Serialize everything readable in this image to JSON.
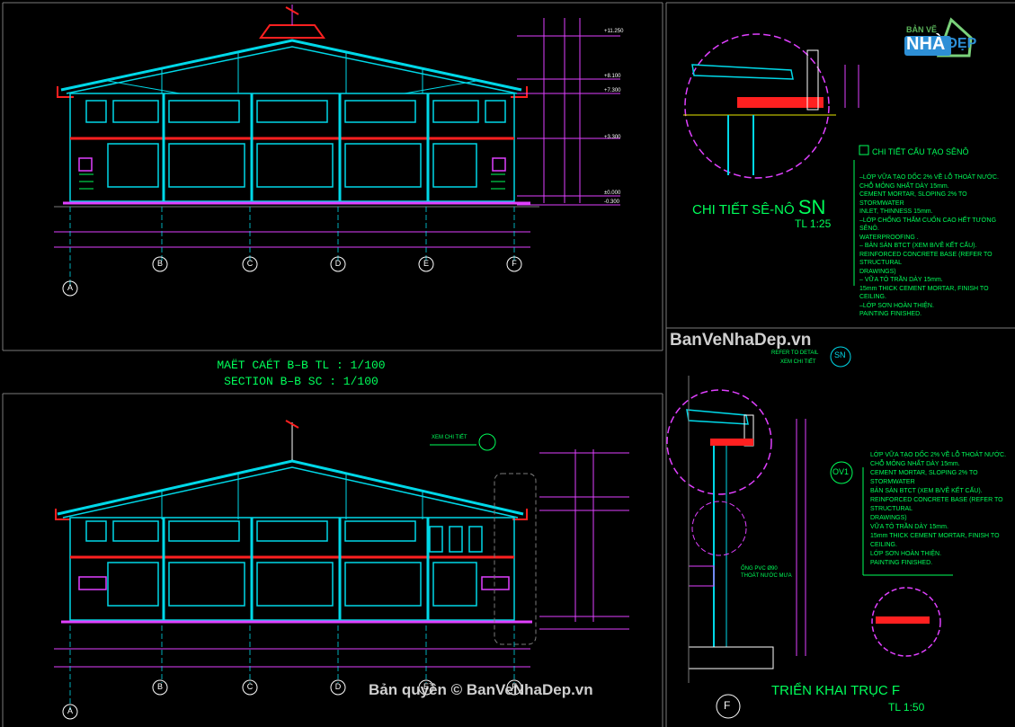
{
  "logo": {
    "text_top": "BẢN VẼ",
    "text_main": "NHÀ",
    "text_tail": "ĐẸP"
  },
  "colors": {
    "bg": "#000000",
    "cyan": "#00d8e8",
    "green": "#00ff5a",
    "magenta": "#e040ff",
    "red": "#ff2020",
    "yellow": "#e8e800",
    "white": "#ffffff",
    "grey": "#7a7a7a"
  },
  "titles": {
    "section_vi": "MAËT CAÉT B–B   TL : 1/100",
    "section_en": "SECTION B–B   SC : 1/100",
    "sn_title": "CHI TIẾT SÊ-NÔ",
    "sn_code": "SN",
    "sn_scale": "TL 1:25",
    "axis_title": "TRIỂN KHAI TRỤC F",
    "axis_scale": "TL 1:50",
    "axis_bubble": "F"
  },
  "watermarks": {
    "mid": "BanVeNhaDep.vn",
    "bottom": "Bản quyền © BanVeNhaDep.vn"
  },
  "detail_notes_top": {
    "header": "CHI TIẾT CẤU TẠO SÊNÔ",
    "lines": [
      "–LỚP VỮA TẠO DỐC 2% VỀ LỖ THOÁT NƯỚC.",
      "CHỖ MỎNG NHẤT DÀY 15mm.",
      "CEMENT MORTAR, SLOPING 2% TO STORMWATER",
      "INLET, THINNESS 15mm.",
      "–LỚP CHỐNG THẤM CUỐN CAO HẾT TƯỜNG SÊNÔ.",
      "WATERPROOFING .",
      "– BẢN SÀN BTCT (XEM B/VẼ KẾT CẤU).",
      "REINFORCED CONCRETE BASE (REFER TO STRUCTURAL",
      "DRAWINGS)",
      "– VỮA TÔ TRẦN DÀY 15mm.",
      "15mm THICK CEMENT MORTAR, FINISH TO CEILING.",
      "–LỚP SƠN HOÀN THIỆN.",
      "PAINTING FINISHED."
    ]
  },
  "detail_notes_bottom": {
    "lines": [
      "LỚP VỮA TẠO DỐC 2% VỀ LỖ THOÁT NƯỚC.",
      "CHỖ MỎNG NHẤT DÀY 15mm.",
      "CEMENT MORTAR, SLOPING 2% TO STORMWATER",
      "BẢN SÀN BTCT (XEM B/VẼ KẾT CẤU).",
      "REINFORCED CONCRETE BASE (REFER TO STRUCTURAL",
      "DRAWINGS)",
      "VỮA TÔ TRẦN DÀY 15mm.",
      "15mm THICK CEMENT MORTAR, FINISH TO CEILING.",
      "LỚP SƠN HOÀN THIỆN.",
      "PAINTING FINISHED."
    ]
  },
  "refer_labels": {
    "refer": "REFER TO DETAIL",
    "xem": "XEM CHI TIẾT",
    "xem2": "XEM CHI TIẾT",
    "ov1": "OV1",
    "sn_bubble": "SN",
    "pipe1": "ỐNG PVC Ø90",
    "pipe2": "THOÁT NƯỚC MƯA"
  },
  "levels": [
    "+11.250",
    "+8.100",
    "+7.300",
    "+3.300",
    "±0.000",
    "-0.300"
  ],
  "grid_axes_top": [
    "A",
    "B",
    "C",
    "D",
    "E",
    "F"
  ],
  "grid_axes_bottom": [
    "A",
    "B",
    "C",
    "D",
    "E",
    "F"
  ]
}
